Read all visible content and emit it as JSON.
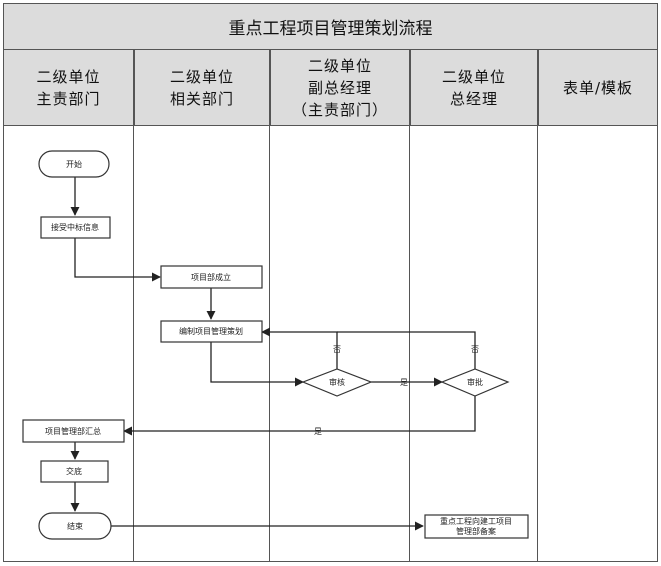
{
  "title": "重点工程项目管理策划流程",
  "lanes": [
    {
      "line1": "二级单位",
      "line2": "主责部门",
      "line3": ""
    },
    {
      "line1": "二级单位",
      "line2": "相关部门",
      "line3": ""
    },
    {
      "line1": "二级单位",
      "line2": "副总经理",
      "line3": "（主责部门）"
    },
    {
      "line1": "二级单位",
      "line2": "总经理",
      "line3": ""
    },
    {
      "line1": "表单/模板",
      "line2": "",
      "line3": ""
    }
  ],
  "nodes": {
    "start": "开始",
    "receive": "接受中标信息",
    "establish": "项目部成立",
    "plan": "编制项目管理策划",
    "review": "审核",
    "approve": "审批",
    "summary": "项目管理部汇总",
    "handover": "交底",
    "end": "结束",
    "form_line1": "重点工程向建工项目",
    "form_line2": "管理部备案"
  },
  "edge_labels": {
    "review_no": "否",
    "review_yes": "是",
    "approve_no": "否",
    "approve_yes": "是"
  }
}
